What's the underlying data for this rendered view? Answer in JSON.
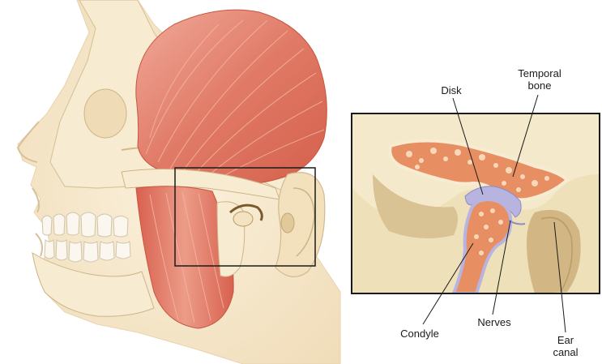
{
  "labels": {
    "disk": "Disk",
    "temporal_bone_line1": "Temporal",
    "temporal_bone_line2": "bone",
    "condyle": "Condyle",
    "nerves": "Nerves",
    "ear_canal_line1": "Ear",
    "ear_canal_line2": "canal"
  },
  "colors": {
    "skin": "#f5e6c8",
    "bone": "#f7ecd2",
    "muscle": "#e07a66",
    "marrow": "#e8865a",
    "disk": "#b8b4e0",
    "inset_bg": "#eee0b8",
    "frame": "#1a1a1a"
  }
}
